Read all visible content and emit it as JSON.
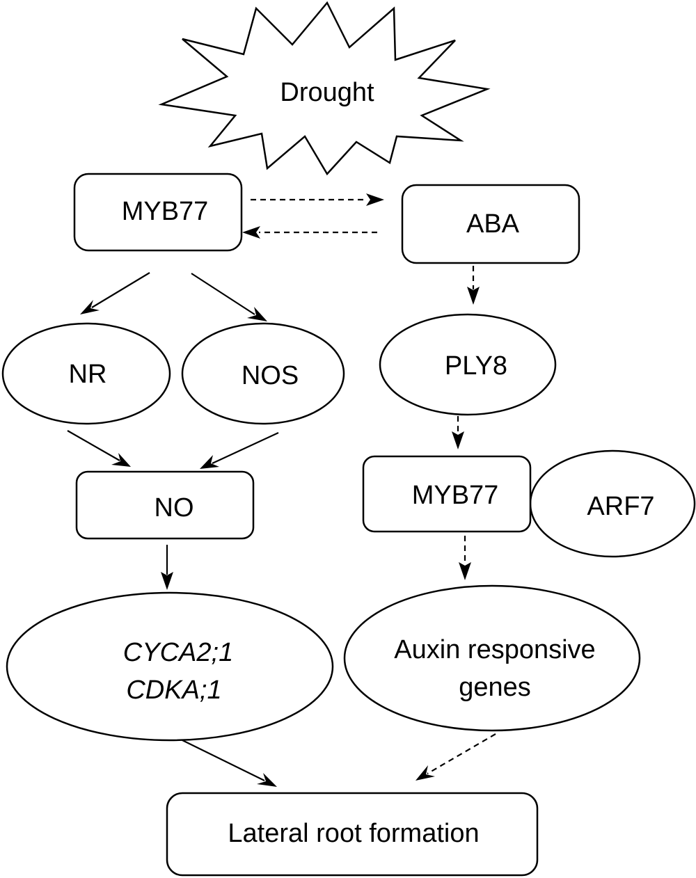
{
  "nodes": {
    "drought": "Drought",
    "myb77_top": "MYB77",
    "aba": "ABA",
    "nr": "NR",
    "nos": "NOS",
    "ply8": "PLY8",
    "no": "NO",
    "myb77_bottom": "MYB77",
    "arf7": "ARF7",
    "cyc_line1": "CYCA2;1",
    "cyc_line2": "CDKA;1",
    "auxin_line1": "Auxin responsive",
    "auxin_line2": "genes",
    "lateral_root": "Lateral root formation"
  },
  "edges": [
    {
      "from": "MYB77",
      "to": "ABA",
      "style": "dashed"
    },
    {
      "from": "ABA",
      "to": "MYB77",
      "style": "dashed"
    },
    {
      "from": "MYB77",
      "to": "NR",
      "style": "solid"
    },
    {
      "from": "MYB77",
      "to": "NOS",
      "style": "solid"
    },
    {
      "from": "NR",
      "to": "NO",
      "style": "solid"
    },
    {
      "from": "NOS",
      "to": "NO",
      "style": "solid"
    },
    {
      "from": "NO",
      "to": "CYCA2;1 CDKA;1",
      "style": "solid"
    },
    {
      "from": "CYCA2;1 CDKA;1",
      "to": "Lateral root formation",
      "style": "solid"
    },
    {
      "from": "ABA",
      "to": "PLY8",
      "style": "dashed"
    },
    {
      "from": "PLY8",
      "to": "MYB77",
      "style": "dashed"
    },
    {
      "from": "MYB77",
      "to": "Auxin responsive genes",
      "style": "dashed"
    },
    {
      "from": "Auxin responsive genes",
      "to": "Lateral root formation",
      "style": "dashed"
    }
  ]
}
